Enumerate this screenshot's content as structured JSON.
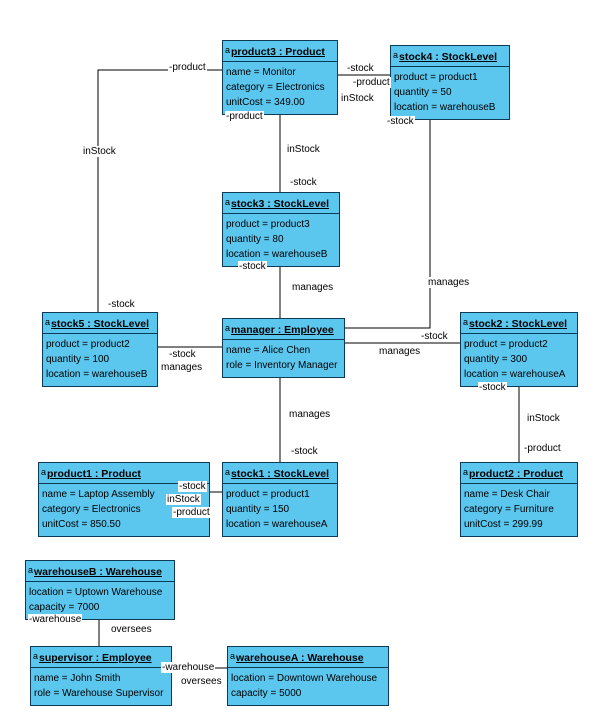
{
  "diagram": {
    "kind": "uml-object-diagram",
    "background": "#FFFFFF"
  },
  "colors": {
    "node_fill": "#5BC6EE",
    "node_border": "#0D3A54",
    "connector": "#000000",
    "text": "#000000"
  },
  "icons": {
    "object_marker": "a"
  },
  "nodes": [
    {
      "id": "product3",
      "title": "product3 : Product",
      "attrs": [
        "name = Monitor",
        "category = Electronics",
        "unitCost = 349.00"
      ]
    },
    {
      "id": "stock4",
      "title": "stock4 : StockLevel",
      "attrs": [
        "product = product1",
        "quantity = 50",
        "location = warehouseB"
      ]
    },
    {
      "id": "stock3",
      "title": "stock3 : StockLevel",
      "attrs": [
        "product = product3",
        "quantity = 80",
        "location = warehouseB"
      ]
    },
    {
      "id": "manager",
      "title": "manager : Employee",
      "attrs": [
        "name = Alice Chen",
        "role = Inventory Manager"
      ]
    },
    {
      "id": "stock5",
      "title": "stock5 : StockLevel",
      "attrs": [
        "product = product2",
        "quantity = 100",
        "location = warehouseB"
      ]
    },
    {
      "id": "stock2",
      "title": "stock2 : StockLevel",
      "attrs": [
        "product = product2",
        "quantity = 300",
        "location = warehouseA"
      ]
    },
    {
      "id": "product1",
      "title": "product1 : Product",
      "attrs": [
        "name = Laptop Assembly",
        "category = Electronics",
        "unitCost = 850.50"
      ]
    },
    {
      "id": "stock1",
      "title": "stock1 : StockLevel",
      "attrs": [
        "product = product1",
        "quantity = 150",
        "location = warehouseA"
      ]
    },
    {
      "id": "product2",
      "title": "product2 : Product",
      "attrs": [
        "name = Desk Chair",
        "category = Furniture",
        "unitCost = 299.99"
      ]
    },
    {
      "id": "warehouseB",
      "title": "warehouseB : Warehouse",
      "attrs": [
        "location = Uptown Warehouse",
        "capacity = 7000"
      ]
    },
    {
      "id": "supervisor",
      "title": "supervisor : Employee",
      "attrs": [
        "name = John Smith",
        "role = Warehouse Supervisor"
      ]
    },
    {
      "id": "warehouseA",
      "title": "warehouseA : Warehouse",
      "attrs": [
        "location = Downtown Warehouse",
        "capacity = 5000"
      ]
    }
  ],
  "edge_labels": [
    "-product",
    "inStock",
    "-stock",
    "-stock",
    "-product",
    "inStock",
    "-product",
    "inStock",
    "-stock",
    "-stock",
    "manages",
    "-stock",
    "manages",
    "-stock",
    "manages",
    "-stock",
    "manages",
    "-stock",
    "inStock",
    "-product",
    "manages",
    "-stock",
    "-stock",
    "inStock",
    "-product",
    "-warehouse",
    "oversees",
    "-warehouse",
    "oversees"
  ]
}
